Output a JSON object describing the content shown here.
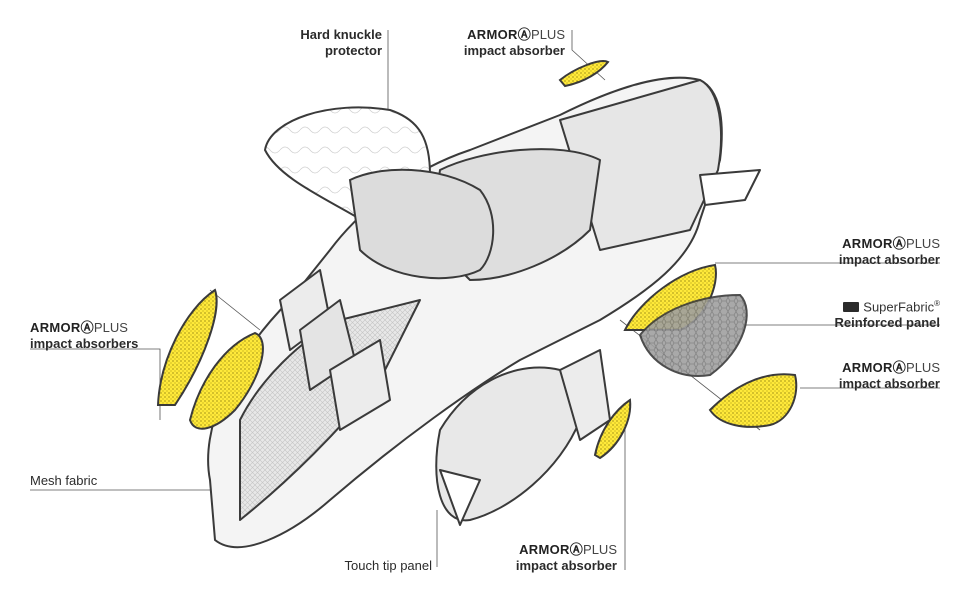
{
  "labels": {
    "knuckle": {
      "line1": "Hard knuckle",
      "line2": "protector"
    },
    "top_absorber": {
      "brand_bold": "ARMOR",
      "brand_mark": "Ⓐ",
      "brand_light": "PLUS",
      "desc": "impact absorber"
    },
    "right_absorber_1": {
      "brand_bold": "ARMOR",
      "brand_mark": "Ⓐ",
      "brand_light": "PLUS",
      "desc": "impact absorber"
    },
    "superfabric": {
      "brand": "SuperFabric",
      "reg": "®",
      "desc": "Reinforced panel"
    },
    "right_absorber_2": {
      "brand_bold": "ARMOR",
      "brand_mark": "Ⓐ",
      "brand_light": "PLUS",
      "desc": "impact absorber"
    },
    "left_absorbers": {
      "brand_bold": "ARMOR",
      "brand_mark": "Ⓐ",
      "brand_light": "PLUS",
      "desc": "impact absorbers"
    },
    "mesh": {
      "text": "Mesh fabric"
    },
    "touch_tip": {
      "text": "Touch tip panel"
    },
    "bottom_absorber": {
      "brand_bold": "ARMOR",
      "brand_mark": "Ⓐ",
      "brand_light": "PLUS",
      "desc": "impact absorber"
    }
  },
  "colors": {
    "outline": "#3a3a3a",
    "absorber_yellow": "#ffe93a",
    "panel_grey": "#dcdcdc",
    "superfabric_grey": "#9a9a9a",
    "leader_line": "#555555"
  },
  "icons": [
    "superfabric-logo-icon",
    "armor-plus-logo-icon"
  ]
}
